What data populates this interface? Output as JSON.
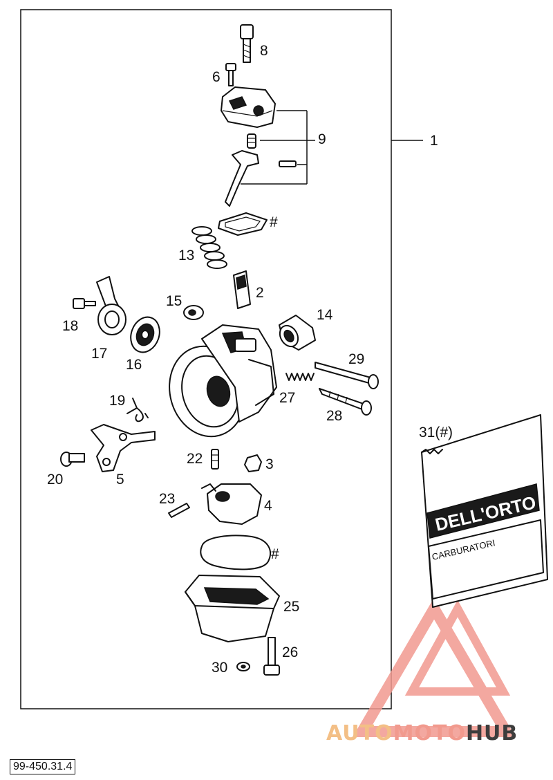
{
  "diagram": {
    "document_code": "99-450.31.4",
    "callouts": {
      "c1": "1",
      "c2": "2",
      "c3": "3",
      "c4": "4",
      "c5": "5",
      "c6": "6",
      "c8": "8",
      "c9": "9",
      "c13": "13",
      "c14": "14",
      "c15": "15",
      "c16": "16",
      "c17": "17",
      "c18": "18",
      "c19": "19",
      "c20": "20",
      "c22": "22",
      "c23": "23",
      "c25": "25",
      "c26": "26",
      "c27": "27",
      "c28": "28",
      "c29": "29",
      "c30": "30",
      "c31": "31(#)",
      "hash_top": "#",
      "hash_mid": "#"
    },
    "kit_bag": {
      "logo_text": "DELL'ORTO",
      "sub_text": "CARBURATORI"
    }
  },
  "watermark": {
    "part1": "AUTO",
    "part2": "MOTO",
    "part3": "HUB",
    "colors": {
      "light": "#f3bf86",
      "salmon": "#f19a8e",
      "dark": "#3d3d3d",
      "triangle": "#f29a90"
    }
  }
}
